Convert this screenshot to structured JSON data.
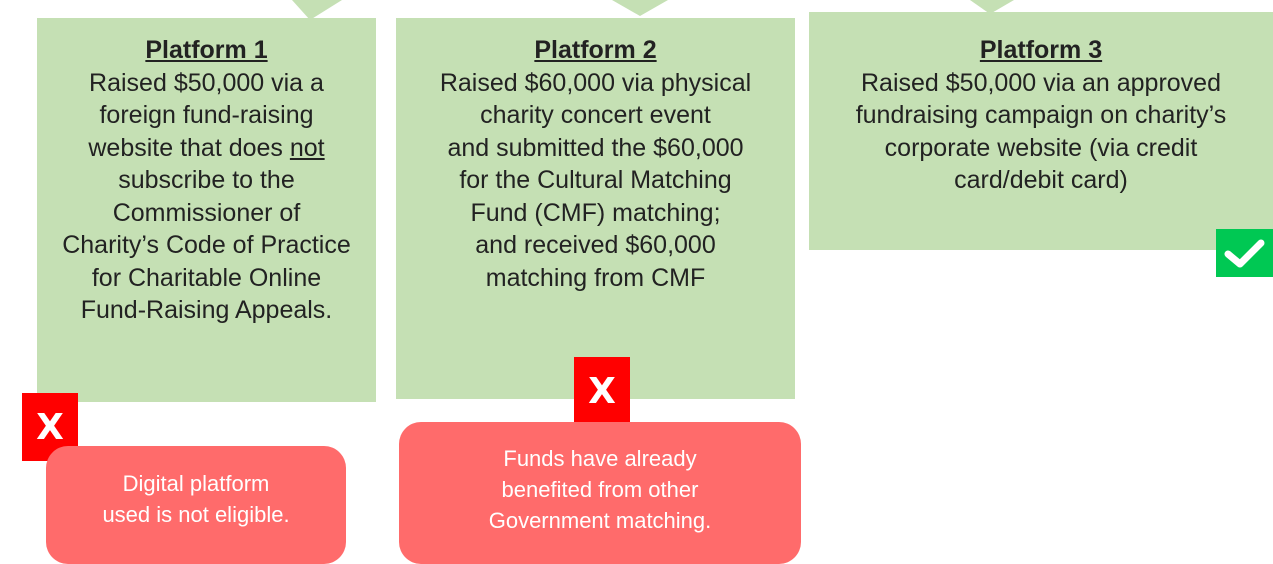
{
  "platforms": [
    {
      "title": "Platform 1",
      "lines": [
        "Raised $50,000 via a",
        "foreign fund-raising",
        "website that does ",
        "subscribe to the",
        "Commissioner of",
        "Charity’s Code of Practice",
        "for Charitable Online",
        "Fund-Raising Appeals."
      ],
      "underlined_word": "not"
    },
    {
      "title": "Platform 2",
      "lines": [
        "Raised $60,000 via physical",
        "charity concert event",
        "and submitted the $60,000",
        "for the Cultural Matching",
        "Fund (CMF) matching;",
        "and received $60,000",
        "matching from CMF"
      ]
    },
    {
      "title": "Platform 3",
      "lines": [
        "Raised $50,000 via an approved",
        "fundraising campaign on charity’s",
        "corporate website (via credit",
        "card/debit card)"
      ]
    }
  ],
  "marks": {
    "reject_symbol": "X",
    "reject_color": "#ff0000",
    "approve_icon": "check-icon",
    "approve_color": "#00c853"
  },
  "notes": [
    {
      "lines": [
        "Digital platform",
        "used is not eligible."
      ]
    },
    {
      "lines": [
        "Funds have already",
        "benefited from other",
        "Government matching."
      ]
    }
  ],
  "colors": {
    "box_fill": "#c5e0b4",
    "note_fill": "#ff6b6b"
  }
}
